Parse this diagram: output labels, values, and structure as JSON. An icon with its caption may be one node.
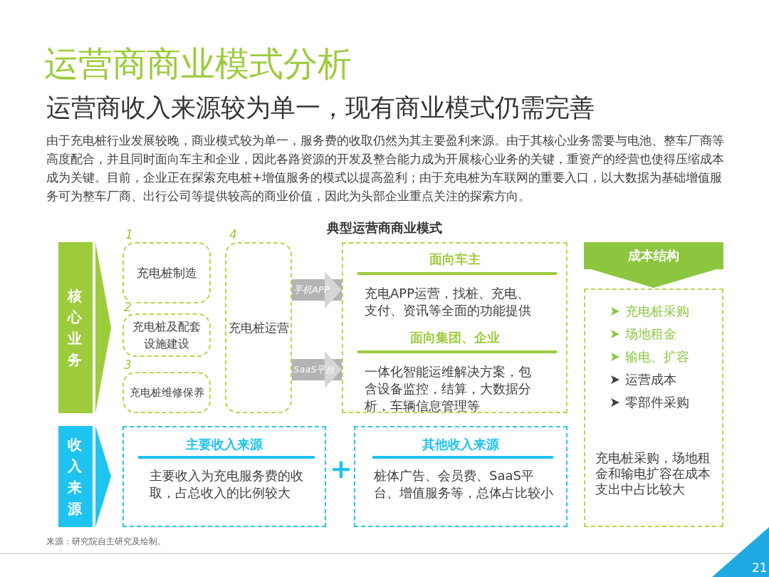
{
  "diagram": {
    "title": "运营商商业模式分析",
    "nodes": [
      {
        "text": [
          "核心业务"
        ]
      },
      {
        "text": [
          "充电桩制造"
        ],
        "beside": [
          "1"
        ]
      },
      {
        "text": [
          "充电桩及配套设施建设"
        ],
        "beside": [
          "2"
        ]
      },
      {
        "text": [
          "充电桩维修保养"
        ],
        "beside": [
          "3"
        ]
      },
      {
        "text": [
          "充电桩运营"
        ],
        "beside": [
          "4"
        ]
      },
      {
        "text": [
          "面向车主",
          "充电APP运营，找桩、充电、支付、资讯等全面的功能提供",
          "面向集团、企业",
          "一体化智能运维解决方案，包含设备监控，结算，大数据分析，车辆信息管理等"
        ]
      },
      {
        "text": [
          "成本结构"
        ]
      },
      {
        "text": [
          "充电桩采购",
          "场地租金",
          "输电、扩容",
          "运营成本",
          "零部件采购",
          "充电桩采购，场地租金和输电扩容在成本支出中占比较大"
        ]
      },
      {
        "text": [
          "收入来源"
        ]
      },
      {
        "text": [
          "主要收入来源",
          "主要收入为充电服务费的收取，占总收入的比例较大"
        ]
      },
      {
        "text": [
          "其他收入来源",
          "桩体广告、会员费、SaaS平台、增值服务等，总体占比较小"
        ]
      }
    ],
    "edges": [
      {
        "from": 4,
        "to": 5,
        "arrow": "to",
        "label": "手机APP"
      },
      {
        "from": 4,
        "to": 5,
        "arrow": "to",
        "label": "SaaS平台"
      },
      {
        "from": 6,
        "to": 7,
        "arrow": "to",
        "color": "#8cc63f"
      }
    ],
    "labels": [
      "运营商收入来源较为单一，现有商业模式仍需完善",
      "由于充电桩行业发展较晚，商业模式较为单一，服务费的收取仍然为其主要盈利来源。由于其核心业务需要与电池、整车厂商等高度配合，并且同时面向车主和企业，因此各路资源的开发及整合能力成为开展核心业务的关键，重资产的经营也使得压缩成本成为关键。目前，企业正在探索充电桩+增值服务的模式以提高盈利；由于充电桩为车联网的重要入口，以大数据为基础增值服务可为整车厂商、出行公司等提供较高的商业价值，因此为头部企业重点关注的探索方向。",
      "典型运营商商业模式",
      "+",
      "来源：研究院自主研究及绘制。",
      "21"
    ]
  }
}
